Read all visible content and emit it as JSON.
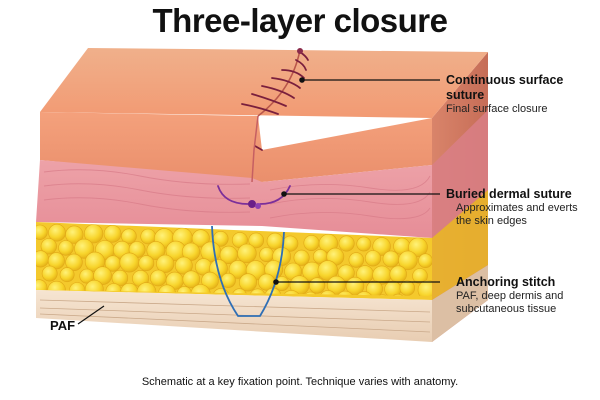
{
  "title": "Three-layer closure",
  "callouts": [
    {
      "heading": "Continuous surface suture",
      "sub": "Final surface closure"
    },
    {
      "heading": "Buried dermal suture",
      "sub": "Approximates and everts the skin edges"
    },
    {
      "heading": "Anchoring stitch",
      "sub": "PAF, deep dermis and subcutaneous tissue"
    }
  ],
  "paf_label": "PAF",
  "caption": "Schematic at a key fixation point. Technique varies with anatomy.",
  "colors": {
    "epidermis": "#f3a37a",
    "dermis": "#ec9ea2",
    "fat": "#f7d233",
    "fascia": "#f2ddc6",
    "surface_suture": "#7a1f3d",
    "buried_suture": "#7b2f9a",
    "anchoring_stitch": "#2f6fb5"
  }
}
